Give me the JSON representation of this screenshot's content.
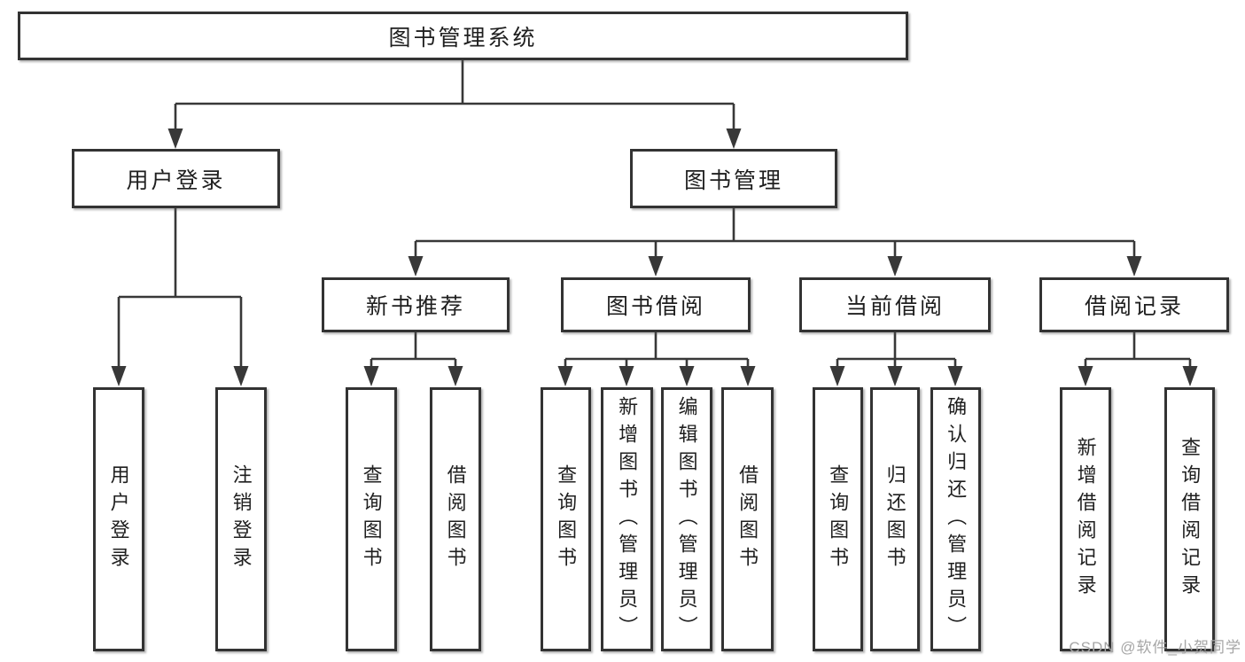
{
  "diagram": {
    "root": {
      "label": "图书管理系统"
    },
    "level2": [
      {
        "label": "用户登录"
      },
      {
        "label": "图书管理"
      }
    ],
    "level3": [
      {
        "label": "新书推荐"
      },
      {
        "label": "图书借阅"
      },
      {
        "label": "当前借阅"
      },
      {
        "label": "借阅记录"
      }
    ],
    "leaves": {
      "login": [
        "用户登录",
        "注销登录"
      ],
      "recommend": [
        "查询图书",
        "借阅图书"
      ],
      "borrow": [
        "查询图书",
        "新增图书（管理员）",
        "编辑图书（管理员）",
        "借阅图书"
      ],
      "current": [
        "查询图书",
        "归还图书",
        "确认归还（管理员）"
      ],
      "records": [
        "新增借阅记录",
        "查询借阅记录"
      ]
    }
  },
  "watermark": {
    "text": "CSDN @软件_小贺同学"
  },
  "colors": {
    "line": "#383838",
    "box_border": "#333333",
    "text": "#1f1f1f",
    "watermark": "#a6a6a6",
    "background": "#ffffff"
  }
}
